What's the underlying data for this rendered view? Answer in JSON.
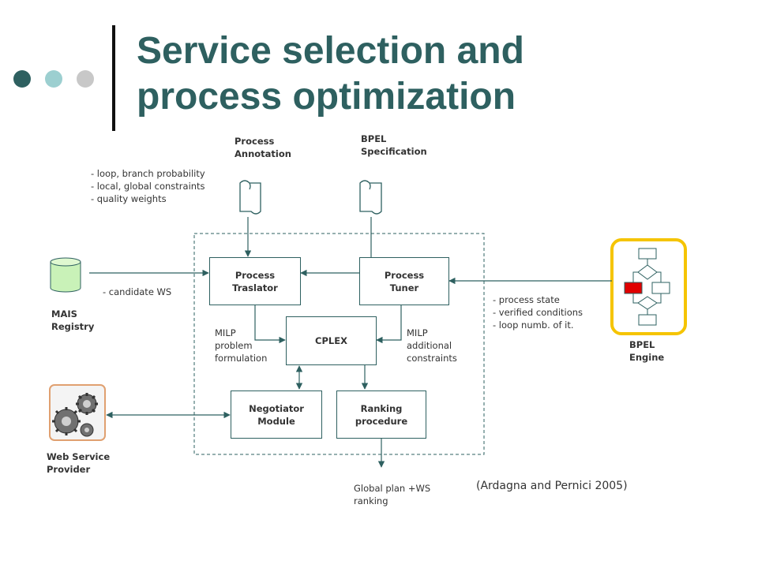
{
  "title": {
    "line1": "Service selection and",
    "line2": "process optimization"
  },
  "labels": {
    "process_annotation": {
      "l1": "Process",
      "l2": "Annotation"
    },
    "bpel_specification": {
      "l1": "BPEL",
      "l2": "Specification"
    },
    "annotation_notes": [
      "- loop, branch probability",
      "- local, global constraints",
      "- quality weights"
    ],
    "mais_registry": {
      "l1": "MAIS",
      "l2": "Registry"
    },
    "candidate_ws": "- candidate  WS",
    "milp_problem": [
      "MILP",
      "problem",
      "formulation"
    ],
    "milp_additional": [
      "MILP",
      "additional",
      "constraints"
    ],
    "engine_notes": [
      "- process state",
      "- verified conditions",
      "- loop numb. of it."
    ],
    "bpel_engine": {
      "l1": "BPEL",
      "l2": "Engine"
    },
    "web_service_provider": {
      "l1": "Web Service",
      "l2": "Provider"
    },
    "global_plan": {
      "l1": "Global plan +WS",
      "l2": "ranking"
    }
  },
  "boxes": {
    "process_traslator": {
      "l1": "Process",
      "l2": "Traslator"
    },
    "process_tuner": {
      "l1": "Process",
      "l2": "Tuner"
    },
    "cplex": "CPLEX",
    "negotiator": {
      "l1": "Negotiator",
      "l2": "Module"
    },
    "ranking": {
      "l1": "Ranking",
      "l2": "procedure"
    }
  },
  "citation": "(Ardagna and Pernici 2005)",
  "colors": {
    "accent": "#2e6060",
    "engine_border": "#f5c400",
    "engine_active": "#e00000",
    "dot_light": "#9ccfd0",
    "dot_grey": "#c8c8c8"
  }
}
